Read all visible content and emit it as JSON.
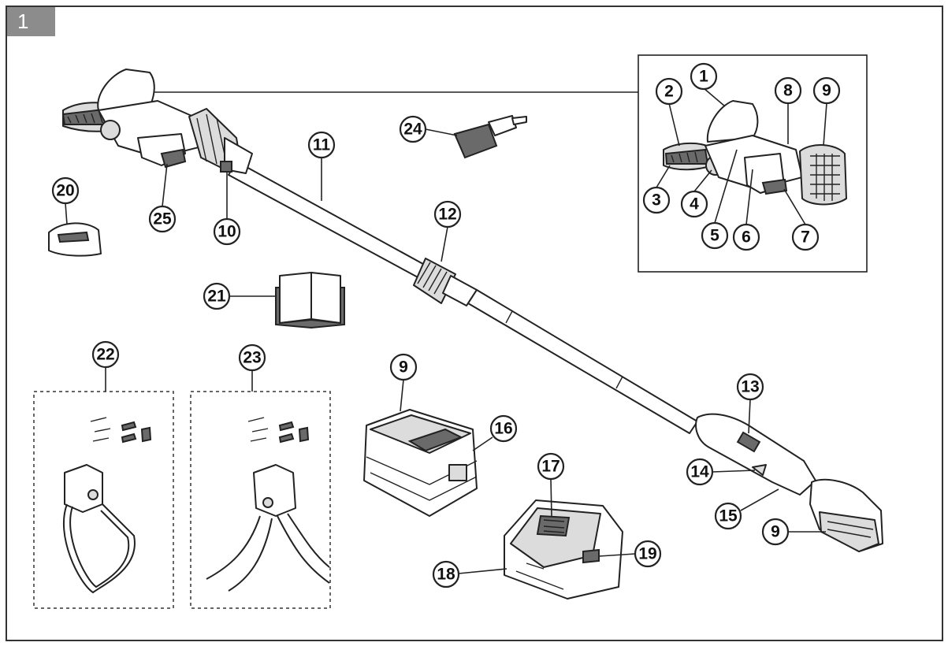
{
  "figure_number": "1",
  "callouts": {
    "c1": "1",
    "c2": "2",
    "c3": "3",
    "c4": "4",
    "c5": "5",
    "c6": "6",
    "c7": "7",
    "c8": "8",
    "c9a": "9",
    "c9b": "9",
    "c9c": "9",
    "c10": "10",
    "c11": "11",
    "c12": "12",
    "c13": "13",
    "c14": "14",
    "c15": "15",
    "c16": "16",
    "c17": "17",
    "c18": "18",
    "c19": "19",
    "c20": "20",
    "c21": "21",
    "c22": "22",
    "c23": "23",
    "c24": "24",
    "c25": "25"
  }
}
